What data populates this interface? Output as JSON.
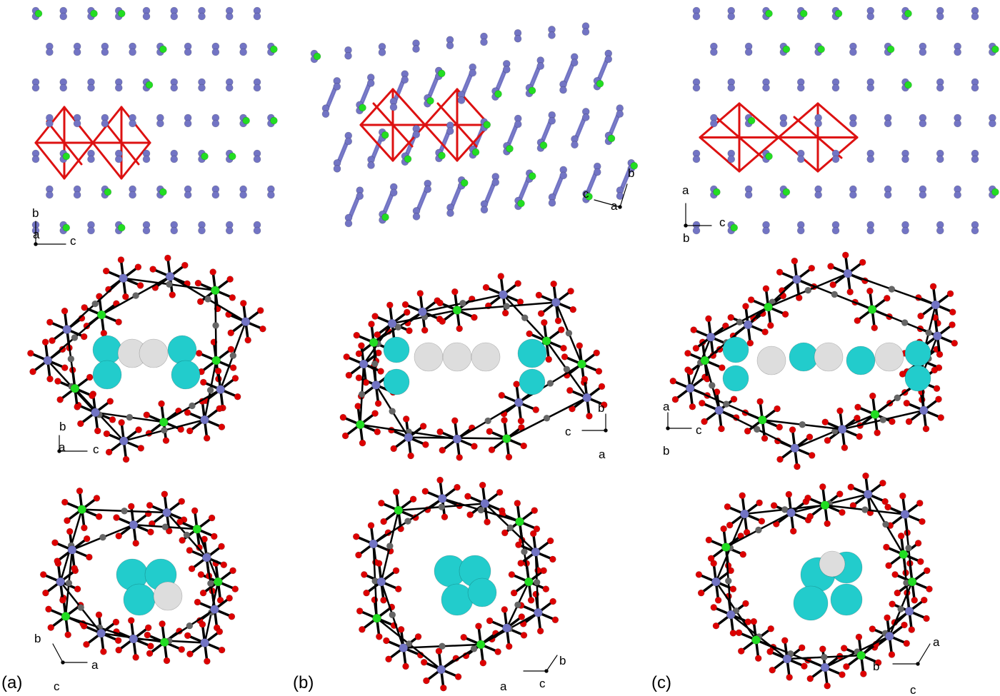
{
  "panel_labels": [
    "(a)",
    "(b)",
    "(c)"
  ],
  "colors": {
    "framework_node": "#7274c4",
    "green_atom": "#22dd22",
    "cage_bond": "#dd1111",
    "oxygen": "#dd0000",
    "carbon": "#666666",
    "guest_cyan": "#22cccc",
    "guest_white": "#dddddd",
    "bond": "#000000"
  },
  "axes": {
    "a_top": [
      "b",
      "a",
      "c"
    ],
    "b_top": [
      "b",
      "c",
      "a"
    ],
    "c_top": [
      "a",
      "c",
      "b"
    ],
    "a_mid": [
      "b",
      "a",
      "c"
    ],
    "b_mid": [
      "b",
      "c",
      "a"
    ],
    "c_mid": [
      "a",
      "c",
      "b"
    ],
    "a_bot": [
      "b",
      "a",
      "c"
    ],
    "b_bot": [
      "b",
      "c",
      "a"
    ],
    "c_bot": [
      "a",
      "b",
      "c"
    ]
  }
}
